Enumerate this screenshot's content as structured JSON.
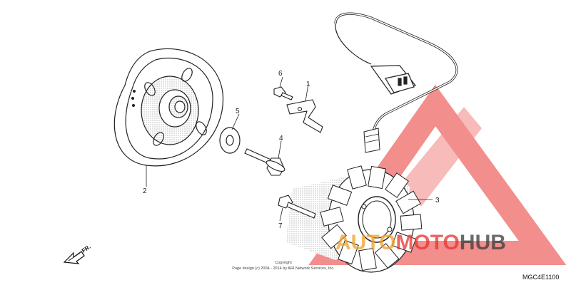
{
  "diagram": {
    "callouts": {
      "p1": "1",
      "p2": "2",
      "p3": "3",
      "p4": "4",
      "p5": "5",
      "p6": "6",
      "p7": "7"
    },
    "direction_label": "FR.",
    "copyright_line1": "Copyright",
    "copyright_line2": "Page design (c) 2004 - 2014 by ARI Network Services, Inc.",
    "diagram_code": "MGC4E1100"
  },
  "watermark": {
    "brand_part1": "AUTO",
    "brand_part2": "MOTO",
    "brand_part3": "HUB",
    "colors": {
      "orange": "#f2a024",
      "red": "#e8322f",
      "dark": "#3a3a3a"
    }
  }
}
